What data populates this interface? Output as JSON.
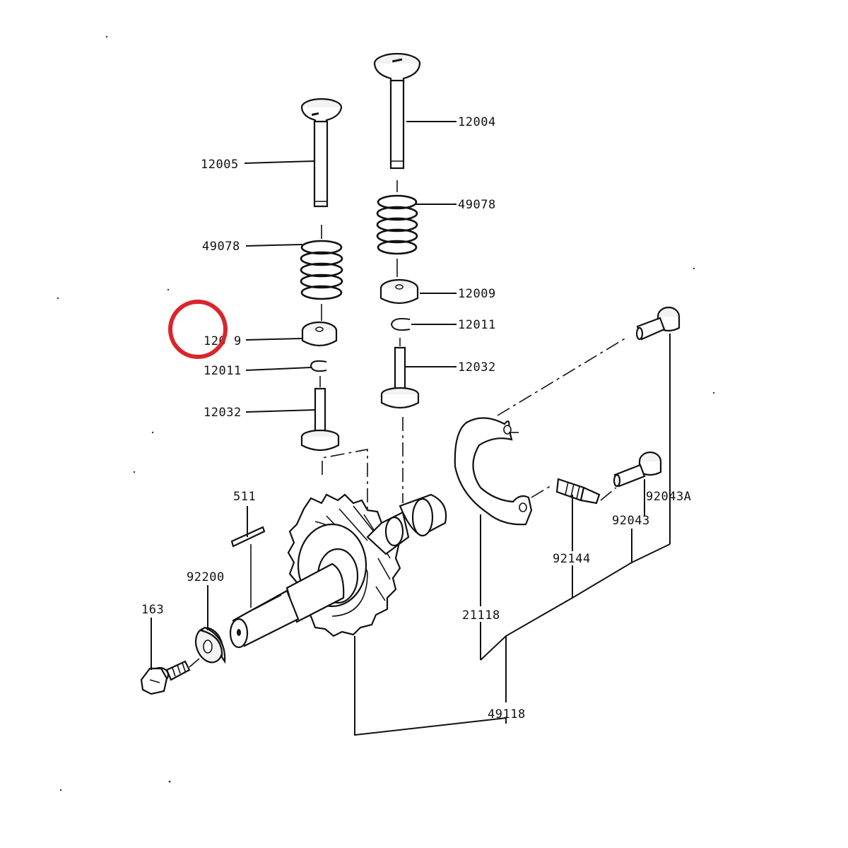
{
  "diagram": {
    "labels": {
      "p12005": "12005",
      "p12004": "12004",
      "p49078_left": "49078",
      "p49078_right": "49078",
      "p12009_left": "120 9",
      "p12009_right": "12009",
      "p12011_left": "12011",
      "p12011_right": "12011",
      "p12032_left": "12032",
      "p12032_right": "12032",
      "p511": "511",
      "p92200": "92200",
      "p163": "163",
      "p92043A": "92043A",
      "p92043": "92043",
      "p92144": "92144",
      "p21118": "21118",
      "p49118": "49118"
    },
    "colors": {
      "line": "#111111",
      "highlight_circle": "#d9252b",
      "background": "#ffffff"
    }
  }
}
